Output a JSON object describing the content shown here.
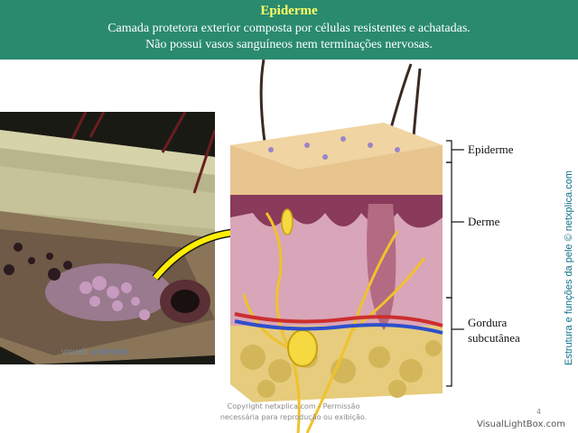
{
  "header": {
    "title": "Epiderme",
    "line1": "Camada protetora exterior composta por células resistentes e achatadas.",
    "line2": "Não possui vasos sanguíneos nem terminações nervosas."
  },
  "photo": {
    "credit_prefix": "visuals ",
    "credit_suffix": "unlimited"
  },
  "diagram": {
    "labels": {
      "epiderme": "Epiderme",
      "derme": "Derme",
      "gordura_1": "Gordura",
      "gordura_2": "subcutânea"
    }
  },
  "side_text": "Estrutura e funções da pele © netxplica.com",
  "footer": {
    "copyright_1": "Copyright netxplica.com - Permissão",
    "copyright_2": "necessária para reprodução ou exibição.",
    "page_number": "4"
  },
  "watermark": "VisualLightBox.com",
  "colors": {
    "header_bg": "#2a8a6e",
    "title": "#ffff66",
    "arrow": "#ffee00"
  }
}
